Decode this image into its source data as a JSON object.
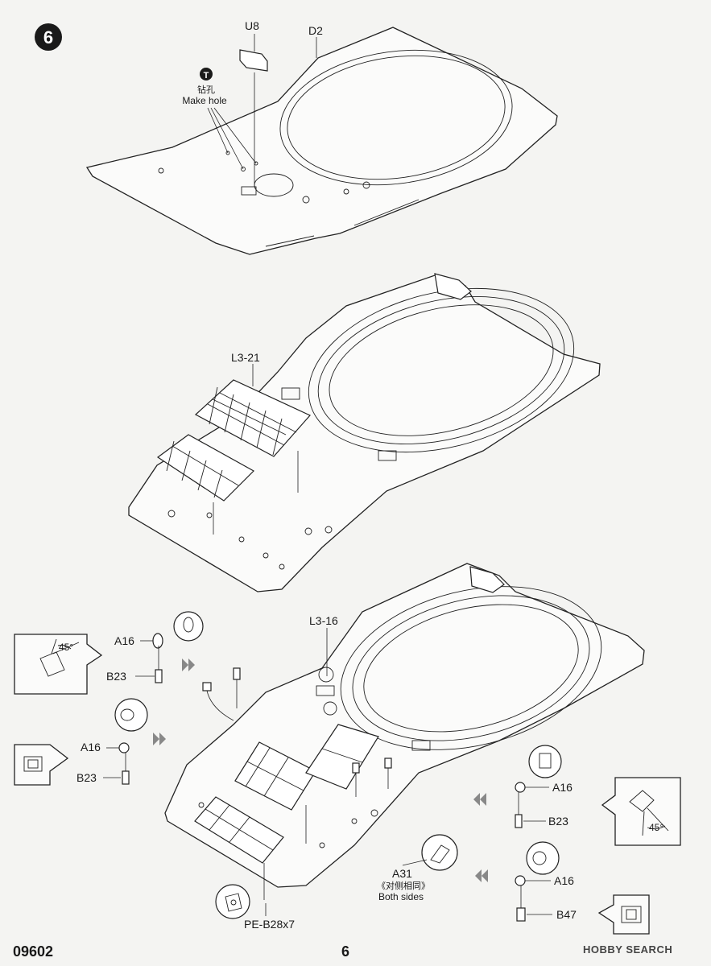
{
  "step": {
    "number": "6"
  },
  "make_hole": {
    "cn": "钻孔",
    "en": "Make hole"
  },
  "labels": {
    "u8": "U8",
    "d2": "D2",
    "l3_21": "L3-21",
    "l3_16": "L3-16",
    "a16": "A16",
    "b23": "B23",
    "b47": "B47",
    "a31": "A31",
    "both_sides_cn": "《对侧相同》",
    "both_sides_en": "Both sides",
    "pe_b28": "PE-B28x7",
    "angle": "45°"
  },
  "footer": {
    "code": "09602",
    "page": "6",
    "watermark": "HOBBY SEARCH"
  }
}
